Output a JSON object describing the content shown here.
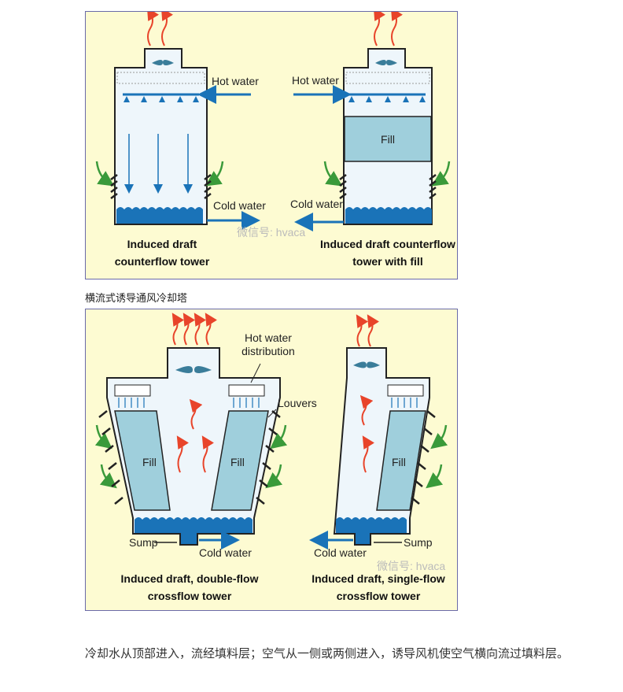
{
  "figure1": {
    "left": {
      "hot_water": "Hot water",
      "cold_water": "Cold water",
      "title_line1": "Induced draft",
      "title_line2": "counterflow  tower"
    },
    "right": {
      "hot_water": "Hot water",
      "cold_water": "Cold water",
      "fill": "Fill",
      "title_line1": "Induced draft counterflow",
      "title_line2": "tower with fill"
    },
    "watermark": "微信号: hvaca"
  },
  "caption": "横流式诱导通风冷却塔",
  "figure2": {
    "left": {
      "hot_water_line1": "Hot water",
      "hot_water_line2": "distribution",
      "louvers": "Louvers",
      "fill_left": "Fill",
      "fill_right": "Fill",
      "sump": "Sump",
      "cold_water": "Cold water",
      "title_line1": "Induced draft, double-flow",
      "title_line2": "crossflow tower"
    },
    "right": {
      "fill": "Fill",
      "sump": "Sump",
      "cold_water": "Cold water",
      "title_line1": "Induced draft, single-flow",
      "title_line2": "crossflow tower"
    },
    "watermark": "微信号: hvaca"
  },
  "paragraph": "冷却水从顶部进入，流经填料层；空气从一侧或两侧进入，诱导风机使空气横向流过填料层。",
  "colors": {
    "background": "#fdfbd2",
    "tower": "#eef6fb",
    "water": "#1a73b8",
    "fill": "#9fcfdc",
    "hot_arrow": "#e8442a",
    "air_arrow": "#3a9a3a"
  }
}
